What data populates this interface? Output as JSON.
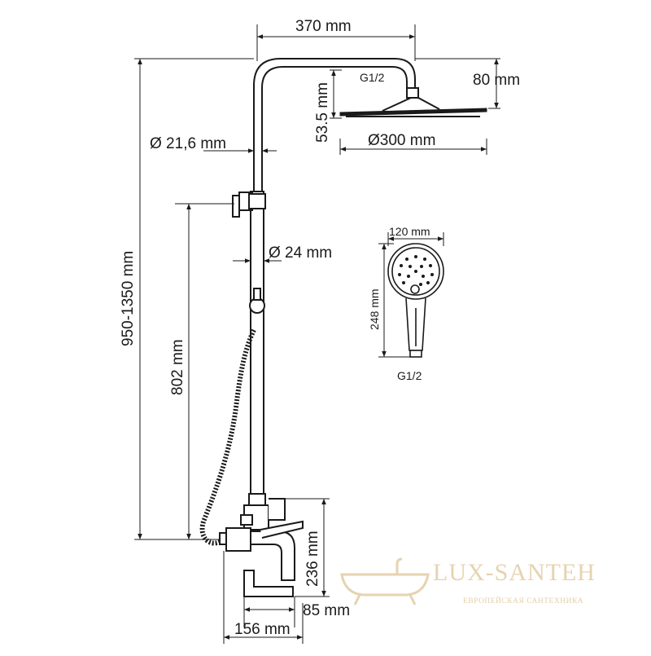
{
  "dimensions": {
    "arm_length": "370 mm",
    "head_height": "80 mm",
    "head_connector": "G1/2",
    "head_gap": "53.5 mm",
    "head_diameter": "Ø300 mm",
    "arm_pipe_diameter": "Ø 21,6 mm",
    "rail_diameter": "Ø 24 mm",
    "total_height": "950-1350 mm",
    "rail_height": "802 mm",
    "mixer_height": "236 mm",
    "spout_depth": "85 mm",
    "mixer_depth": "156 mm"
  },
  "hand_shower": {
    "width": "120 mm",
    "length": "248 mm",
    "connector": "G1/2"
  },
  "watermark": {
    "name": "LUX-SANTEH",
    "tagline": "ЕВРОПЕЙСКАЯ САНТЕХНИКА"
  },
  "colors": {
    "line": "#1a1a1a",
    "watermark": "#e6d3b0"
  }
}
